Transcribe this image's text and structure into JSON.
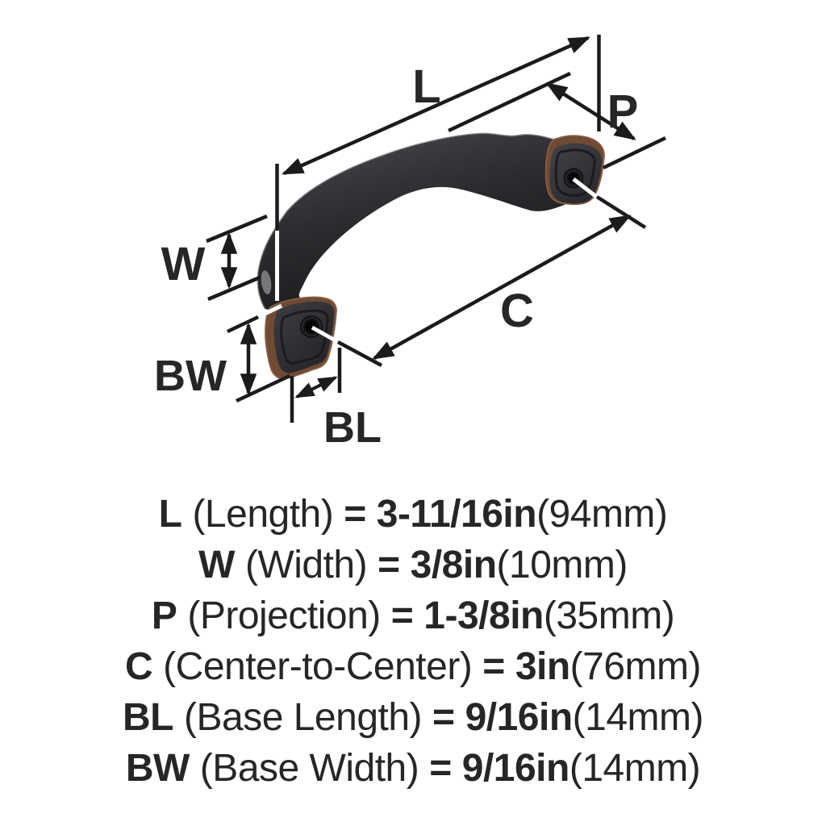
{
  "diagram": {
    "labels": {
      "length": "L",
      "width": "W",
      "projection": "P",
      "center_to_center": "C",
      "base_width": "BW",
      "base_length": "BL"
    },
    "colors": {
      "handle_body": "#2b2b2e",
      "accent_copper": "#6f4a34",
      "dimension_line": "#1b1b1b",
      "text": "#262626",
      "background": "#ffffff"
    }
  },
  "specs": [
    {
      "code": "L",
      "name": "(Length)",
      "eq": "=",
      "value": "3-11/16in",
      "metric": "(94mm)"
    },
    {
      "code": "W",
      "name": "(Width)",
      "eq": "=",
      "value": "3/8in",
      "metric": "(10mm)"
    },
    {
      "code": "P",
      "name": "(Projection)",
      "eq": "=",
      "value": "1-3/8in",
      "metric": "(35mm)"
    },
    {
      "code": "C",
      "name": "(Center-to-Center)",
      "eq": "=",
      "value": "3in",
      "metric": "(76mm)"
    },
    {
      "code": "BL",
      "name": "(Base Length)",
      "eq": "=",
      "value": "9/16in",
      "metric": "(14mm)"
    },
    {
      "code": "BW",
      "name": "(Base Width)",
      "eq": "=",
      "value": "9/16in",
      "metric": "(14mm)"
    }
  ]
}
